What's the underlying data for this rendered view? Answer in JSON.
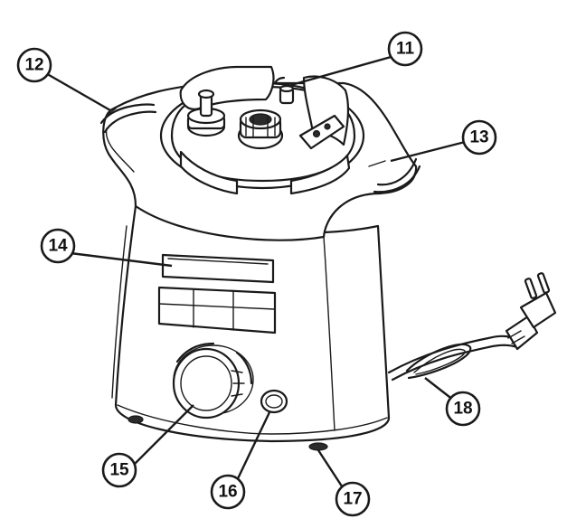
{
  "callouts": [
    {
      "id": "11",
      "label": "11",
      "part": "drive-coupling"
    },
    {
      "id": "12",
      "label": "12",
      "part": "left-handle-slot"
    },
    {
      "id": "13",
      "label": "13",
      "part": "right-handle-slot"
    },
    {
      "id": "14",
      "label": "14",
      "part": "display-panel"
    },
    {
      "id": "15",
      "label": "15",
      "part": "control-knob"
    },
    {
      "id": "16",
      "label": "16",
      "part": "power-button"
    },
    {
      "id": "17",
      "label": "17",
      "part": "foot"
    },
    {
      "id": "18",
      "label": "18",
      "part": "power-cord"
    }
  ]
}
